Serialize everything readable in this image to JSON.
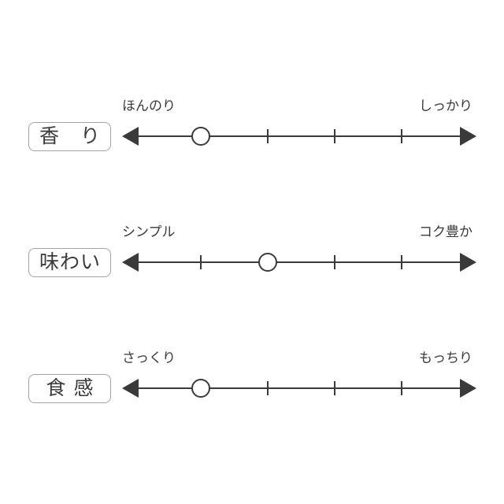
{
  "colors": {
    "ink": "#3a3a3a",
    "box_border": "#a3a3a3",
    "marker_fill": "#ffffff",
    "background": "#ffffff"
  },
  "chart_data": {
    "type": "scatter",
    "subtype": "rating-scale-diagram",
    "title": "",
    "scale_min": 1,
    "scale_max": 4,
    "legend": "none",
    "rows": [
      {
        "axis": "香り",
        "left_label": "ほんのり",
        "right_label": "しっかり",
        "value": 1
      },
      {
        "axis": "味わい",
        "left_label": "シンプル",
        "right_label": "コク豊か",
        "value": 2
      },
      {
        "axis": "食感",
        "left_label": "さっくり",
        "right_label": "もっちり",
        "value": 1
      }
    ]
  }
}
